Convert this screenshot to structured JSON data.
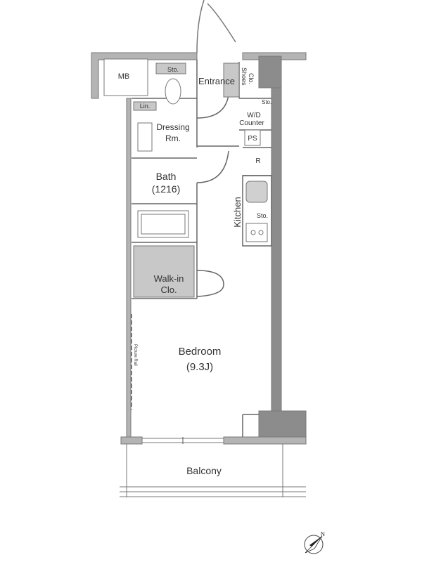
{
  "floor_plan": {
    "rooms": {
      "mb": "MB",
      "sto_top": "Sto.",
      "entrance": "Entrance",
      "shoes_clo_1": "Shoes",
      "shoes_clo_2": "Clo.",
      "lin": "Lin.",
      "sto_wd": "Sto.",
      "wd_1": "W/D",
      "wd_2": "Counter",
      "dressing_1": "Dressing",
      "dressing_2": "Rm.",
      "ps": "PS",
      "r": "R",
      "bath_1": "Bath",
      "bath_2": "(1216)",
      "kitchen": "Kitchen",
      "sto_kitchen": "Sto.",
      "walkin_1": "Walk-in",
      "walkin_2": "Clo.",
      "picture_rail": "Picture Rail",
      "bedroom_1": "Bedroom",
      "bedroom_2": "(9.3J)",
      "balcony": "Balcony"
    },
    "compass": "N",
    "colors": {
      "wall": "#a8a8a8",
      "wall_dark": "#8c8c8c",
      "fixture": "#c8c8c8",
      "line": "#555555"
    }
  }
}
